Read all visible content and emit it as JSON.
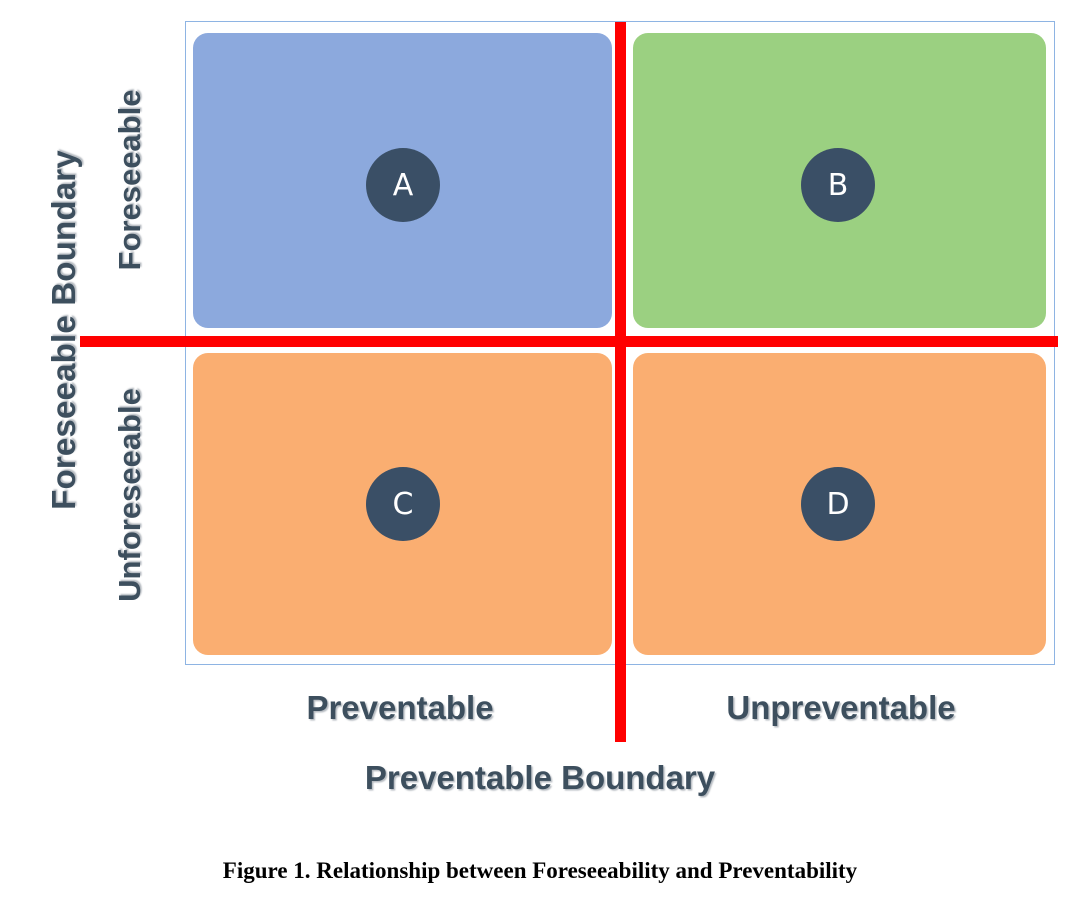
{
  "figure": {
    "caption": "Figure 1. Relationship between Foreseeability and Preventability",
    "y_axis_label": "Foreseeable Boundary",
    "x_axis_label": "Preventable Boundary"
  },
  "axes": {
    "rows": [
      {
        "key": "foreseeable",
        "label": "Foreseeable"
      },
      {
        "key": "unforeseeable",
        "label": "Unforeseeable"
      }
    ],
    "columns": [
      {
        "key": "preventable",
        "label": "Preventable"
      },
      {
        "key": "unpreventable",
        "label": "Unpreventable"
      }
    ]
  },
  "quadrants": [
    {
      "id": "A",
      "marker_label": "A",
      "row": "Foreseeable",
      "column": "Preventable",
      "fill": "#8CA9DD"
    },
    {
      "id": "B",
      "marker_label": "B",
      "row": "Foreseeable",
      "column": "Unpreventable",
      "fill": "#9BD081"
    },
    {
      "id": "C",
      "marker_label": "C",
      "row": "Unforeseeable",
      "column": "Preventable",
      "fill": "#FAAE71"
    },
    {
      "id": "D",
      "marker_label": "D",
      "row": "Unforeseeable",
      "column": "Unpreventable",
      "fill": "#FAAE71"
    }
  ],
  "colors": {
    "quadrant_a": "#8CA9DD",
    "quadrant_b": "#9BD081",
    "quadrant_c": "#FAAE71",
    "quadrant_d": "#FAAE71",
    "marker_fill": "#3A4F66",
    "marker_text": "#FFFFFF",
    "boundary_line": "#FF0000",
    "panel_border": "#8EB4E3",
    "label_text": "#3D4F5E",
    "caption_text": "#000000",
    "background": "#FFFFFF"
  }
}
